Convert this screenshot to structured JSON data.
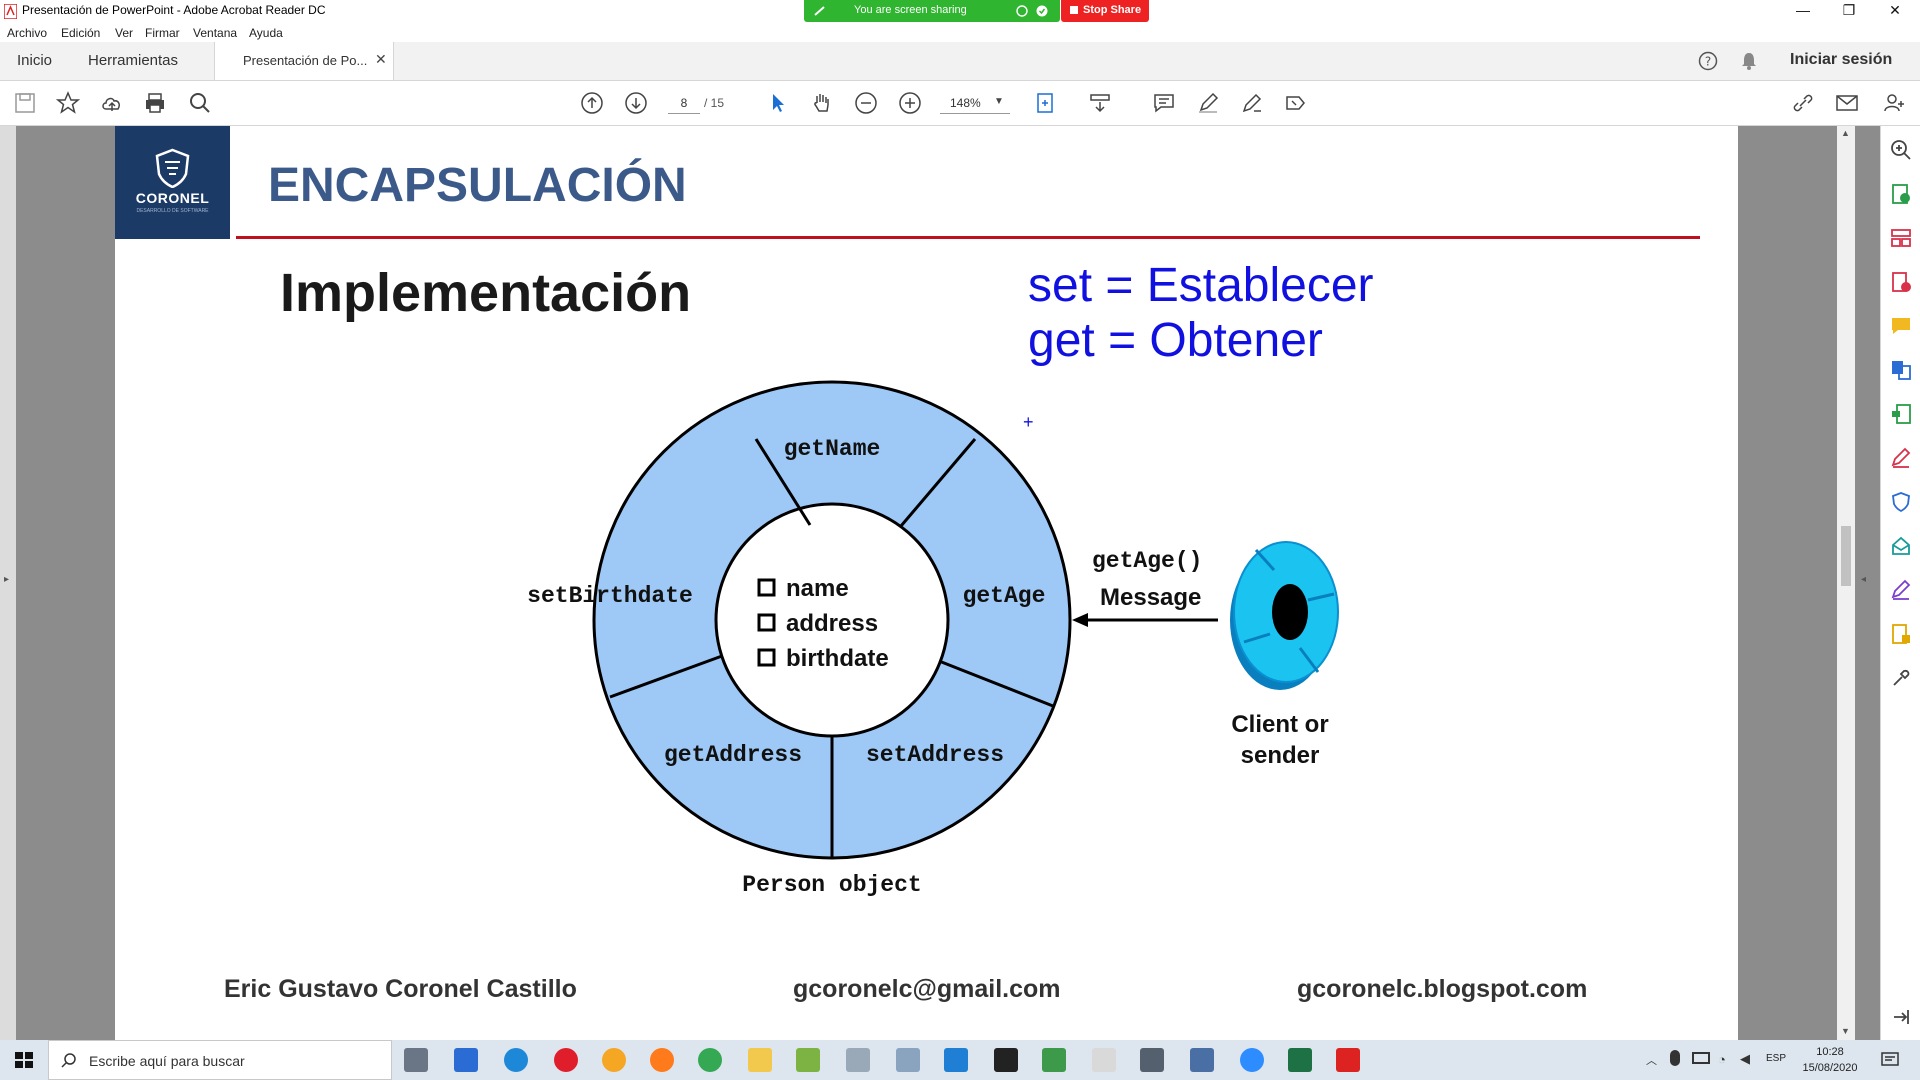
{
  "window": {
    "title": "Presentación de PowerPoint - Adobe Acrobat Reader DC",
    "share_status": "You are screen sharing",
    "stop_share": "Stop Share"
  },
  "menu": [
    "Archivo",
    "Edición",
    "Ver",
    "Firmar",
    "Ventana",
    "Ayuda"
  ],
  "tabs": {
    "home": "Inicio",
    "tools": "Herramientas",
    "document": "Presentación de Po...",
    "signin": "Iniciar sesión"
  },
  "toolbar": {
    "page_current": "8",
    "page_total": "/ 15",
    "zoom": "148%"
  },
  "slide": {
    "logo": "CORONEL",
    "logo_sub": "DESARROLLO DE SOFTWARE",
    "title": "ENCAPSULACIÓN",
    "subtitle": "Implementación",
    "set_line": "set = Establecer",
    "get_line": "get = Obtener",
    "diagram": {
      "segments": [
        "getName",
        "getAge",
        "setAddress",
        "getAddress",
        "setBirthdate"
      ],
      "attributes": [
        "name",
        "address",
        "birthdate"
      ],
      "message_call": "getAge()",
      "message_label": "Message",
      "client_line1": "Client or",
      "client_line2": "sender",
      "object_caption": "Person object"
    },
    "footer": {
      "author": "Eric Gustavo Coronel Castillo",
      "email": "gcoronelc@gmail.com",
      "blog": "gcoronelc.blogspot.com"
    }
  },
  "taskbar": {
    "search_placeholder": "Escribe aquí para buscar",
    "lang": "ESP",
    "time": "10:28",
    "date": "15/08/2020"
  },
  "colors": {
    "slide_title": "#3b5a8a",
    "title_rule": "#c01020",
    "setget": "#1010e0",
    "segment_fill": "#9ec8f5",
    "logo_bg": "#1c3a66"
  }
}
